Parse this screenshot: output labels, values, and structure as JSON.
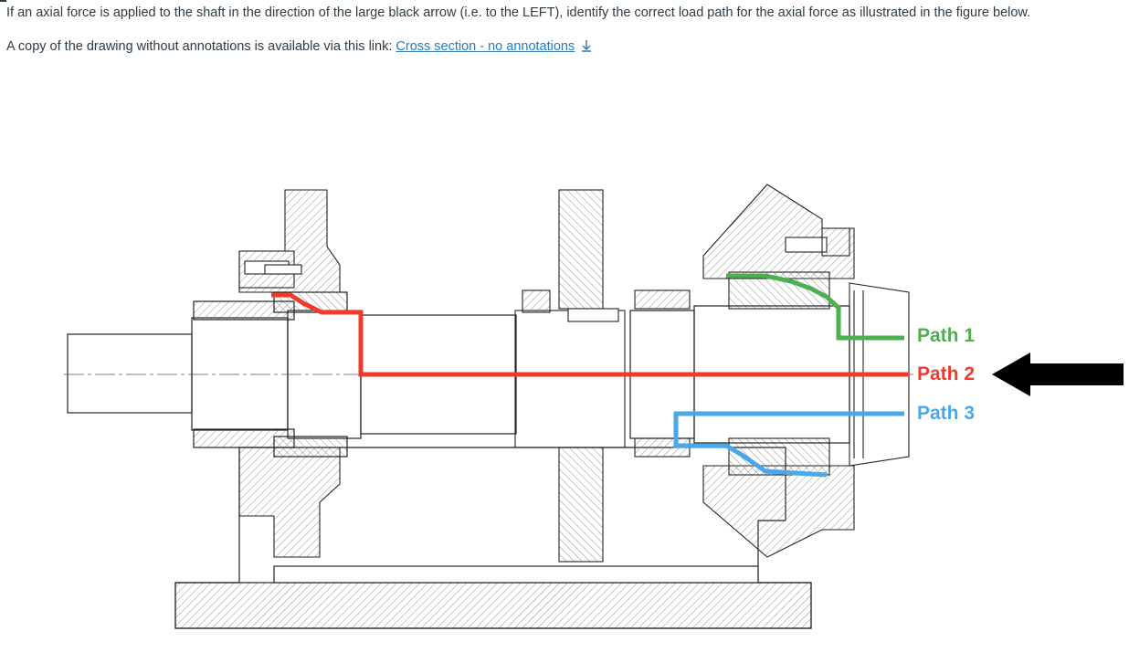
{
  "question": {
    "text": "If an axial force is applied to the shaft in the direction of the large black arrow (i.e. to the LEFT), identify the correct load path for the axial force as illustrated in the figure below.",
    "link_prefix": "A copy of the drawing without annotations is available via this link:",
    "link_label": "Cross section - no annotations",
    "link_icon": "download-arrow-icon"
  },
  "figure": {
    "paths": [
      {
        "label": "Path 1",
        "color": "#4caf50"
      },
      {
        "label": "Path 2",
        "color": "#f03a2e"
      },
      {
        "label": "Path 3",
        "color": "#4aa8e8"
      }
    ],
    "arrow_color": "#000000"
  }
}
